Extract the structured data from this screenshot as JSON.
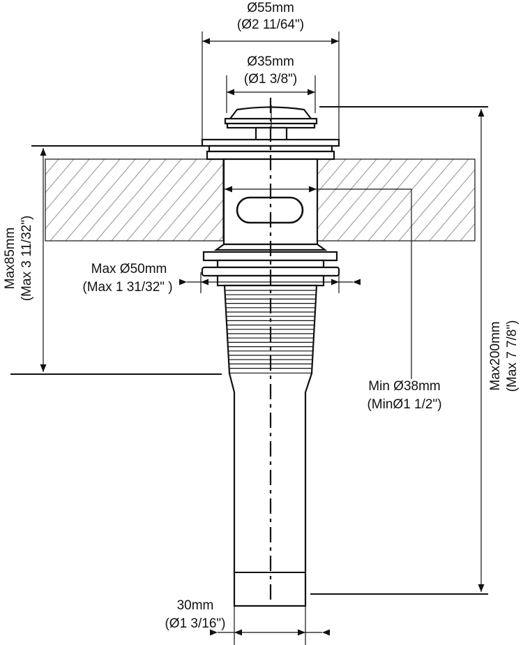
{
  "dimensions": {
    "top_outer": {
      "mm": "Ø55mm",
      "inch": "(Ø2 11/64\")"
    },
    "top_inner": {
      "mm": "Ø35mm",
      "inch": "(Ø1 3/8\")"
    },
    "flange": {
      "mm": "Max Ø50mm",
      "inch": "(Max 1 31/32\" )"
    },
    "counter_thickness": {
      "mm": "Max85mm",
      "inch": "(Max 3 11/32\")"
    },
    "overall_height": {
      "mm": "Max200mm",
      "inch": "(Max 7 7/8\")"
    },
    "hole_diameter": {
      "mm": "Min Ø38mm",
      "inch": "(MinØ1 1/2\")"
    },
    "tail_diameter": {
      "mm": "30mm",
      "inch": "(Ø1 3/16\")"
    }
  }
}
